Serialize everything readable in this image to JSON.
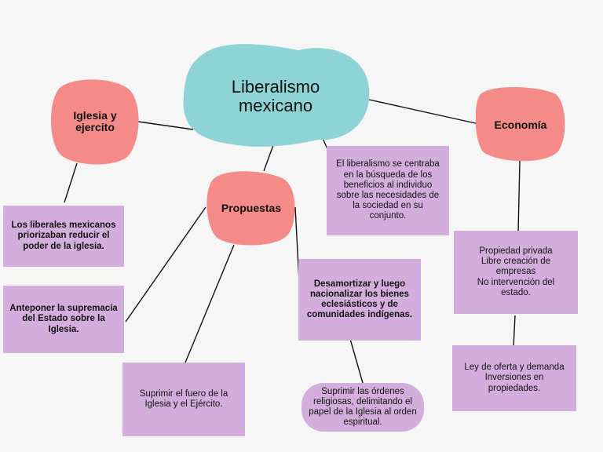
{
  "colors": {
    "central": "#8ed3d6",
    "topic": "#f48b88",
    "note": "#d3aedd",
    "line": "#111111",
    "background": "#f7f6f6"
  },
  "central_title": "Liberalismo\nmexicano",
  "topics": {
    "iglesia": "Iglesia y\nejercito",
    "propuestas": "Propuestas",
    "economia": "Economía"
  },
  "notes": {
    "definicion": "El liberalismo se centraba\nen la búsqueda de los\nbeneficios al individuo\nsobre las necesidades de\nla sociedad en su\nconjunto.",
    "iglesia_reducir": "Los liberales mexicanos\npriorizaban reducir el\npoder de la iglesia.",
    "supremacia": "Anteponer la supremacía\ndel Estado sobre la\nIglesia.",
    "fuero": "Suprimir el fuero de la\nIglesia y el Ejército.",
    "desamortizar": "Desamortizar y luego\nnacionalizar los bienes\neclesiásticos y de\ncomunidades indígenas.",
    "ordenes": "Suprimir las órdenes\nreligiosas, delimitando el\npapel de la Iglesia al orden\nespiritual.",
    "propiedad": "Propiedad privada\nLibre creación de\nempresas\nNo intervención del\nestado.",
    "oferta": "Ley de oferta y demanda\nInversiones en\npropiedades."
  }
}
